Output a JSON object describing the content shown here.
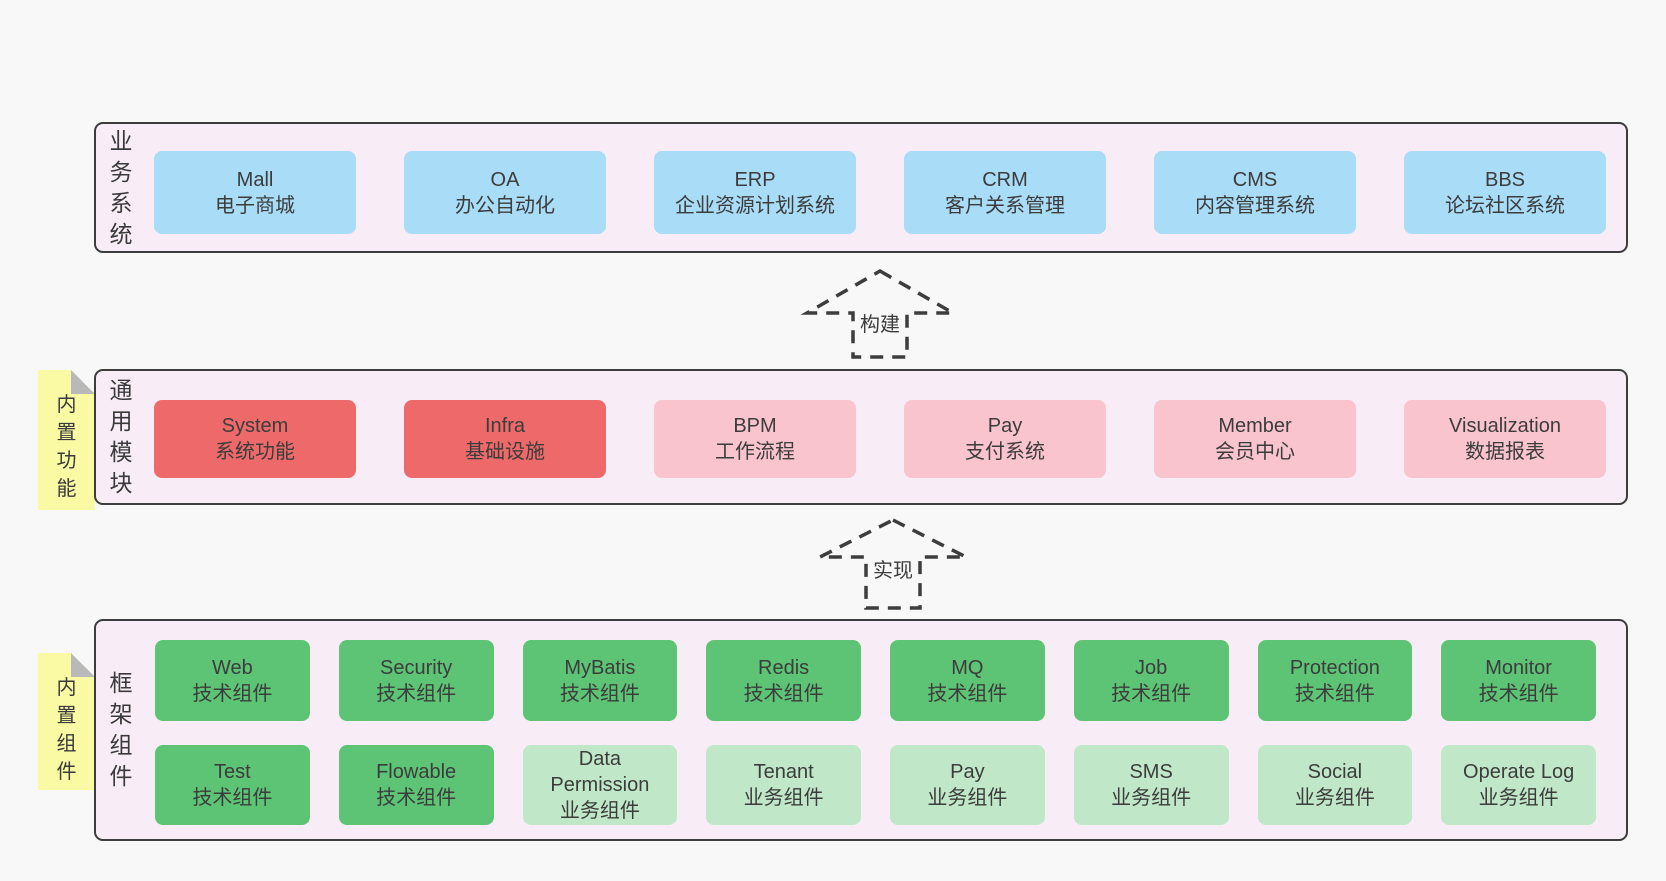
{
  "palette": {
    "pageBg": "#f8f8f8",
    "layerBg": "#f8edf6",
    "border": "#3d3d3d",
    "text": "#3c3c3c",
    "blue": "#a9dcf7",
    "red": "#ee6a6a",
    "pink": "#f9c4cd",
    "green": "#5dc475",
    "greenLight": "#c0e8c8",
    "sticky": "#fafaa4",
    "stickyFold": "#b9b9b9"
  },
  "arrows": [
    {
      "label": "构建"
    },
    {
      "label": "实现"
    }
  ],
  "layers": [
    {
      "id": "business-systems",
      "label": "业务系统",
      "sticky": null,
      "rows": [
        [
          {
            "name": "Mall",
            "subtitle": "电子商城",
            "variant": "blue"
          },
          {
            "name": "OA",
            "subtitle": "办公自动化",
            "variant": "blue"
          },
          {
            "name": "ERP",
            "subtitle": "企业资源计划系统",
            "variant": "blue"
          },
          {
            "name": "CRM",
            "subtitle": "客户关系管理",
            "variant": "blue"
          },
          {
            "name": "CMS",
            "subtitle": "内容管理系统",
            "variant": "blue"
          },
          {
            "name": "BBS",
            "subtitle": "论坛社区系统",
            "variant": "blue"
          }
        ]
      ]
    },
    {
      "id": "common-modules",
      "label": "通用模块",
      "sticky": "内置功能",
      "rows": [
        [
          {
            "name": "System",
            "subtitle": "系统功能",
            "variant": "red"
          },
          {
            "name": "Infra",
            "subtitle": "基础设施",
            "variant": "red"
          },
          {
            "name": "BPM",
            "subtitle": "工作流程",
            "variant": "pink"
          },
          {
            "name": "Pay",
            "subtitle": "支付系统",
            "variant": "pink"
          },
          {
            "name": "Member",
            "subtitle": "会员中心",
            "variant": "pink"
          },
          {
            "name": "Visualization",
            "subtitle": "数据报表",
            "variant": "pink"
          }
        ]
      ]
    },
    {
      "id": "framework-components",
      "label": "框架组件",
      "sticky": "内置组件",
      "rows": [
        [
          {
            "name": "Web",
            "subtitle": "技术组件",
            "variant": "green"
          },
          {
            "name": "Security",
            "subtitle": "技术组件",
            "variant": "green"
          },
          {
            "name": "MyBatis",
            "subtitle": "技术组件",
            "variant": "green"
          },
          {
            "name": "Redis",
            "subtitle": "技术组件",
            "variant": "green"
          },
          {
            "name": "MQ",
            "subtitle": "技术组件",
            "variant": "green"
          },
          {
            "name": "Job",
            "subtitle": "技术组件",
            "variant": "green"
          },
          {
            "name": "Protection",
            "subtitle": "技术组件",
            "variant": "green"
          },
          {
            "name": "Monitor",
            "subtitle": "技术组件",
            "variant": "green"
          }
        ],
        [
          {
            "name": "Test",
            "subtitle": "技术组件",
            "variant": "green"
          },
          {
            "name": "Flowable",
            "subtitle": "技术组件",
            "variant": "green"
          },
          {
            "name": "Data Permission",
            "subtitle": "业务组件",
            "variant": "greenLight"
          },
          {
            "name": "Tenant",
            "subtitle": "业务组件",
            "variant": "greenLight"
          },
          {
            "name": "Pay",
            "subtitle": "业务组件",
            "variant": "greenLight"
          },
          {
            "name": "SMS",
            "subtitle": "业务组件",
            "variant": "greenLight"
          },
          {
            "name": "Social",
            "subtitle": "业务组件",
            "variant": "greenLight"
          },
          {
            "name": "Operate Log",
            "subtitle": "业务组件",
            "variant": "greenLight"
          }
        ]
      ]
    }
  ]
}
